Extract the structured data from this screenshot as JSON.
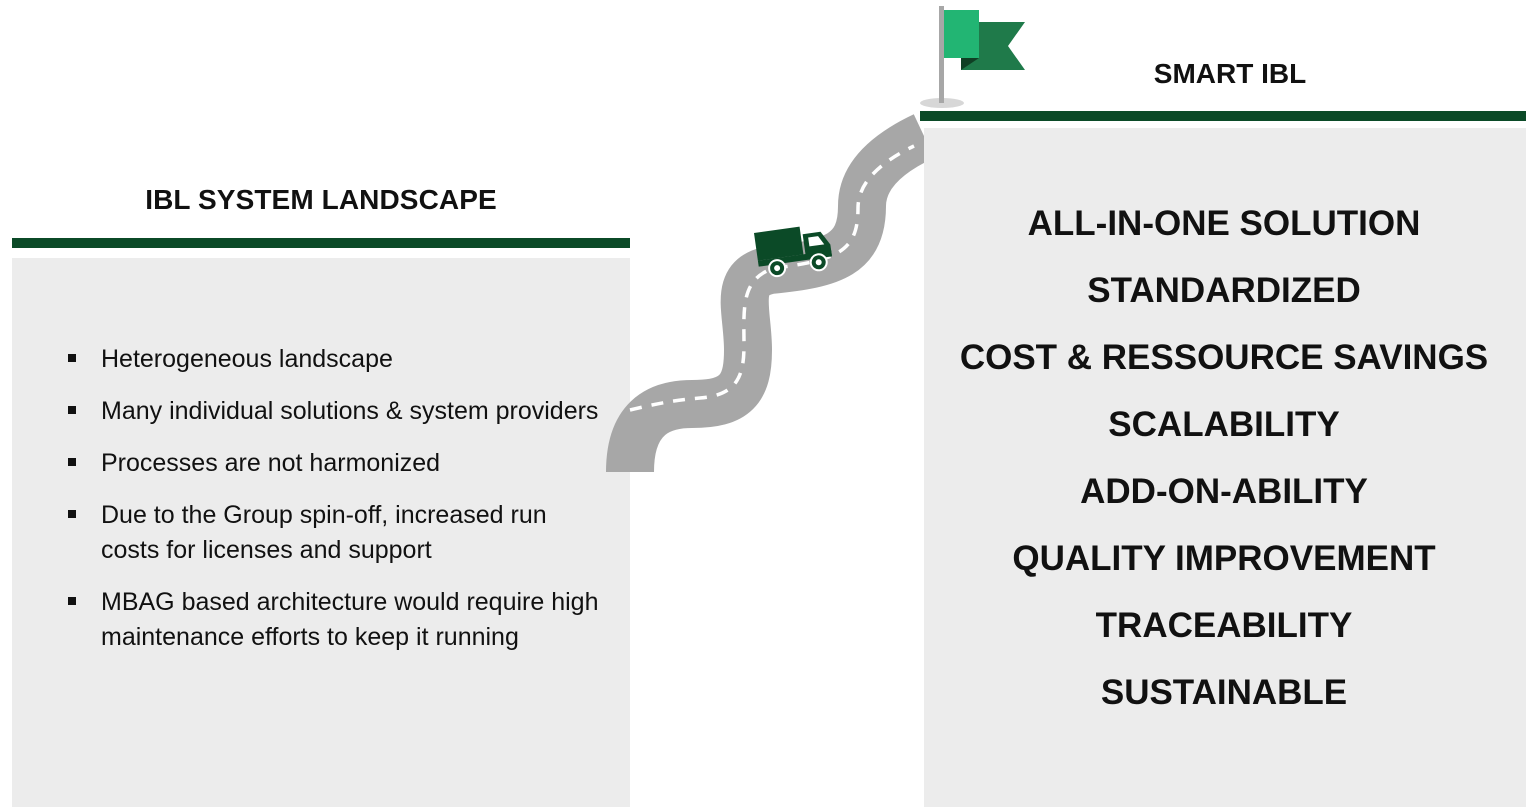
{
  "left": {
    "title": "IBL SYSTEM LANDSCAPE",
    "bullets": [
      "Heterogeneous landscape",
      "Many individual solutions & system providers",
      "Processes are not harmonized",
      "Due to the Group spin-off, increased run costs for licenses and support",
      "MBAG based architecture would require high maintenance efforts to keep it running"
    ]
  },
  "right": {
    "title": "SMART IBL",
    "benefits": [
      "ALL-IN-ONE SOLUTION",
      "STANDARDIZED",
      "COST & RESSOURCE SAVINGS",
      "SCALABILITY",
      "ADD-ON-ABILITY",
      "QUALITY IMPROVEMENT",
      "TRACEABILITY",
      "SUSTAINABLE"
    ]
  },
  "icons": {
    "road": "road-icon",
    "truck": "truck-icon",
    "flag": "flag-icon"
  },
  "colors": {
    "accent": "#0b4a27",
    "panel": "#ececec",
    "road": "#a7a7a7",
    "flag_light": "#22b573",
    "flag_dark": "#1f7a4a"
  }
}
